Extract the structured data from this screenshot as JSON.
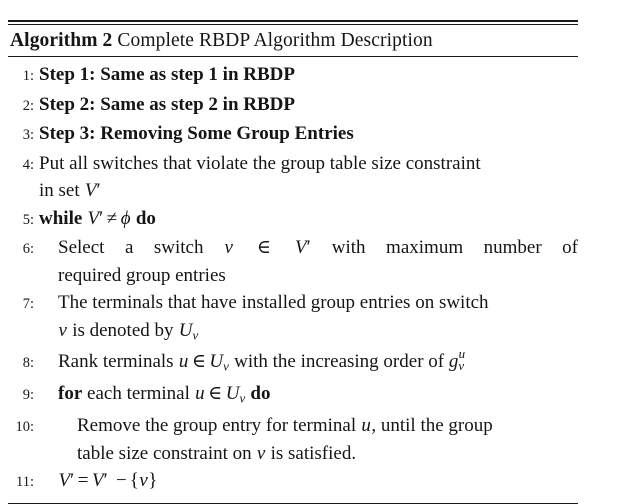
{
  "document": {
    "kind": "algorithm-pseudocode-float",
    "caption": {
      "label": "Algorithm 2",
      "title": "Complete RBDP Algorithm Description"
    },
    "lines": [
      {
        "number": "1",
        "indent": 0,
        "bold": true,
        "text": "Step 1: Same as step 1 in RBDP"
      },
      {
        "number": "2",
        "indent": 0,
        "bold": true,
        "text": "Step 2: Same as step 2 in RBDP"
      },
      {
        "number": "3",
        "indent": 0,
        "bold": true,
        "text": "Step 3: Removing Some Group Entries"
      },
      {
        "number": "4",
        "indent": 0,
        "bold": false,
        "text": "Put all switches that violate the group table size constraint in set V'",
        "segments": [
          "Put all switches that violate the group table size constraint",
          "in set V'"
        ]
      },
      {
        "number": "5",
        "indent": 0,
        "bold": false,
        "keyword_start": "while",
        "keyword_end": "do",
        "text": "while V' ≠ ϕ do"
      },
      {
        "number": "6",
        "indent": 1,
        "bold": false,
        "text": "Select a switch v ∈ V' with maximum number of required group entries",
        "segments": [
          "Select a switch v ∈ V' with maximum number of",
          "required group entries"
        ]
      },
      {
        "number": "7",
        "indent": 1,
        "bold": false,
        "text": "The terminals that have installed group entries on switch v is denoted by U_v",
        "segments": [
          "The terminals that have installed group entries on switch",
          "v is denoted by U_v"
        ]
      },
      {
        "number": "8",
        "indent": 1,
        "bold": false,
        "text": "Rank terminals u ∈ U_v with the increasing order of g_v^u"
      },
      {
        "number": "9",
        "indent": 1,
        "bold": false,
        "keyword_start": "for",
        "keyword_end": "do",
        "text": "for each terminal u ∈ U_v do"
      },
      {
        "number": "10",
        "indent": 2,
        "bold": false,
        "text": "Remove the group entry for terminal u, until the group table size constraint on v is satisfied.",
        "segments": [
          "Remove the group entry for terminal u, until the group",
          "table size constraint on v is satisfied."
        ]
      },
      {
        "number": "11",
        "indent": 1,
        "bold": false,
        "text": "V' = V' − {v}"
      }
    ],
    "symbols": {
      "set_v_prime": "V'",
      "phi": "ϕ",
      "not_equal": "≠",
      "element_of": "∈",
      "minus": "−",
      "switch_var": "v",
      "terminal_var": "u",
      "terminal_set": "U_v",
      "cost_term": "g_v^u"
    },
    "colors": {
      "background": "#ffffff",
      "text": "#151515",
      "rule": "#1a1a1a"
    }
  }
}
